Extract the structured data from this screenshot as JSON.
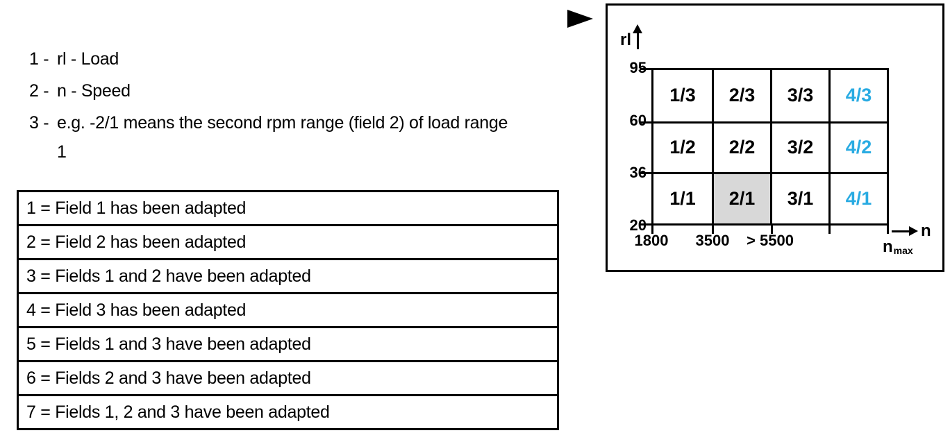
{
  "colors": {
    "highlight_blue": "#29abe2",
    "shaded_cell_gray": "#d8d8d8",
    "line_black": "#000000"
  },
  "legend": {
    "items": [
      {
        "num": "1 -",
        "text": "rl - Load"
      },
      {
        "num": "2 -",
        "text": "n - Speed"
      },
      {
        "num": "3 -",
        "text": "e.g. -2/1 means the second rpm range (field 2) of load range",
        "text_line2": "1"
      }
    ]
  },
  "value_table": {
    "rows": [
      "1 = Field 1 has been adapted",
      "2 = Field 2 has been adapted",
      "3 = Fields 1 and 2 have been adapted",
      "4 = Field 3 has been adapted",
      "5 = Fields 1 and 3 have been adapted",
      "6 = Fields 2 and 3 have been adapted",
      "7 = Fields 1, 2 and 3 have been adapted"
    ]
  },
  "diagram": {
    "icons": {
      "pointer": "right-triangle-arrow",
      "y_axis_arrow": "up-arrow",
      "x_axis_arrow": "right-arrow"
    },
    "y_axis": {
      "label": "rl",
      "ticks": [
        "95",
        "60",
        "36",
        "20"
      ]
    },
    "x_axis": {
      "label": "n",
      "ticks": [
        "1800",
        "3500",
        "> 5500"
      ],
      "max_label": {
        "base": "n",
        "sub": "max"
      }
    },
    "grid": {
      "rows": [
        {
          "cells": [
            {
              "label": "1/3",
              "variant": "default"
            },
            {
              "label": "2/3",
              "variant": "default"
            },
            {
              "label": "3/3",
              "variant": "default"
            },
            {
              "label": "4/3",
              "variant": "highlight"
            }
          ]
        },
        {
          "cells": [
            {
              "label": "1/2",
              "variant": "default"
            },
            {
              "label": "2/2",
              "variant": "default"
            },
            {
              "label": "3/2",
              "variant": "default"
            },
            {
              "label": "4/2",
              "variant": "highlight"
            }
          ]
        },
        {
          "cells": [
            {
              "label": "1/1",
              "variant": "default"
            },
            {
              "label": "2/1",
              "variant": "shaded"
            },
            {
              "label": "3/1",
              "variant": "default"
            },
            {
              "label": "4/1",
              "variant": "highlight"
            }
          ]
        }
      ]
    }
  }
}
